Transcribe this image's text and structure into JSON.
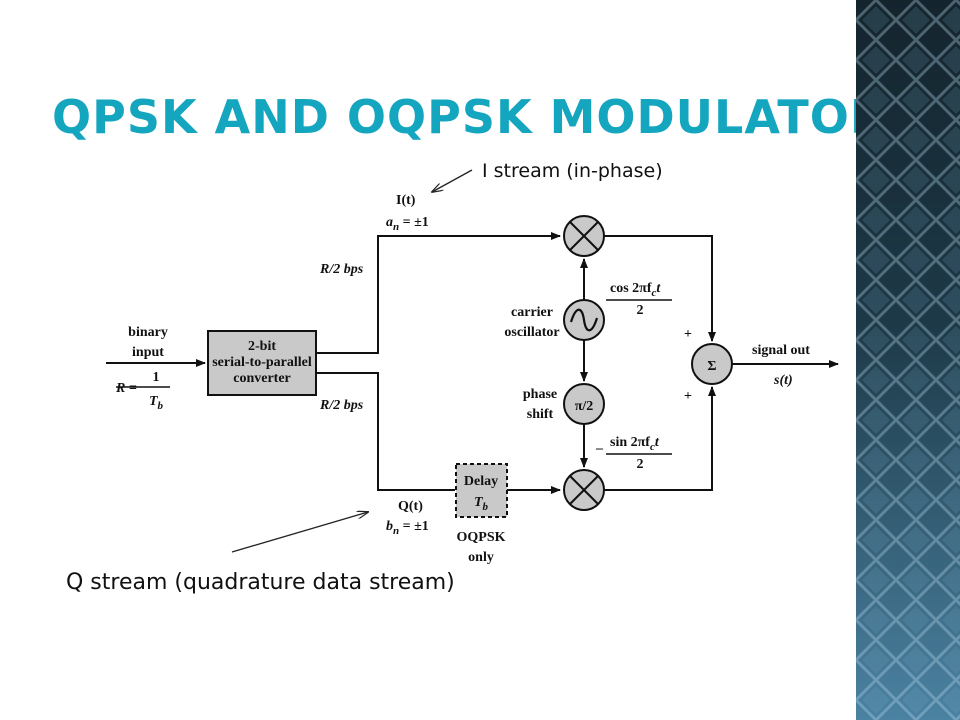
{
  "title": "QPSK AND OQPSK MODULATORS",
  "colors": {
    "title": "#14a5bf",
    "side_band_dark": "#1d3947",
    "side_band_light": "#4b82a2",
    "diagram_box_fill": "#c9c9c9",
    "stroke": "#111111"
  },
  "callouts": {
    "i_stream": "I stream (in-phase)",
    "q_stream": "Q stream (quadrature data stream)"
  },
  "diagram": {
    "binary_input": [
      "binary",
      "input"
    ],
    "rate_lhs": "R =",
    "rate_num": "1",
    "rate_den_main": "T",
    "rate_den_sub": "b",
    "converter": [
      "2-bit",
      "serial-to-parallel",
      "converter"
    ],
    "rate_top": "R/2 bps",
    "rate_bottom": "R/2 bps",
    "i_label": "I(t)",
    "a_label_main": "a",
    "a_label_sub": "n",
    "a_label_rest": " = ±1",
    "q_label": "Q(t)",
    "b_label_main": "b",
    "b_label_sub": "n",
    "b_label_rest": " = ±1",
    "delay_title": "Delay",
    "delay_main": "T",
    "delay_sub": "b",
    "oqpsk_only": [
      "OQPSK",
      "only"
    ],
    "carrier": [
      "carrier",
      "oscillator"
    ],
    "phase_shift": [
      "phase",
      "shift"
    ],
    "phase_symbol": "π/2",
    "oscillator_symbol": "~",
    "multiplier_symbol": "⊗",
    "cos_num": "cos 2πf",
    "cos_sub": "c",
    "cos_t": "t",
    "cos_den": "2",
    "minus": "–",
    "sin_num": "sin 2πf",
    "sin_sub": "c",
    "sin_t": "t",
    "sin_den": "2",
    "plus_top": "+",
    "plus_bottom": "+",
    "sum_symbol": "Σ",
    "signal_out": "signal out",
    "s_label": "s(t)"
  }
}
